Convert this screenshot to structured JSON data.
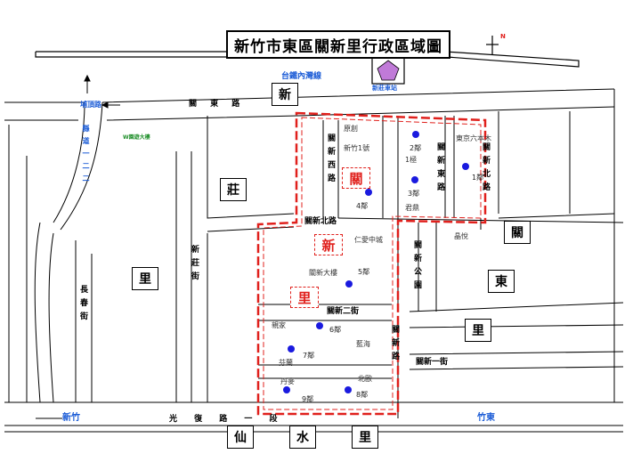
{
  "title": "新竹市東區關新里行政區域圖",
  "compass": "N",
  "railway": "台鐵內灣線",
  "station": "新莊車站",
  "park": "W園遊大樓",
  "roads": {
    "guandong": "關 東 路",
    "guanxin_xi": "關新西路",
    "guanxin_bei": "關新北路",
    "guanxin_dong": "關新東路",
    "guanxin_bei_v": "關新北路",
    "guanxin_2nd": "關新二街",
    "guanxin_1st": "關新一街",
    "guanxin_park": "關新公園",
    "guanxin_road": "關新路",
    "xinzhuang_st": "新莊街",
    "changchun_st": "長春街",
    "guangfu_1": "光 復 路 一 段",
    "liaoshan": "埔頂路",
    "linshi": "新竹",
    "zhudong": "竹東",
    "wanding": "埔頂路",
    "huanbei": "縣道一二二"
  },
  "boxed_chars": {
    "xin_top": "新",
    "zhuang": "莊",
    "li_left": "里",
    "dong": "東",
    "li_right": "里",
    "guan_right": "關",
    "xian": "仙",
    "shui": "水",
    "li_bottom": "里"
  },
  "red_labels": {
    "guan": "關",
    "xin": "新",
    "li": "里"
  },
  "neighborhoods": [
    {
      "label": "1鄰"
    },
    {
      "label": "2鄰"
    },
    {
      "label": "3鄰"
    },
    {
      "label": "4鄰"
    },
    {
      "label": "5鄰"
    },
    {
      "label": "6鄰"
    },
    {
      "label": "7鄰"
    },
    {
      "label": "8鄰"
    },
    {
      "label": "9鄰"
    }
  ],
  "buildings": {
    "yuanchuang": "原創",
    "xinzhu1": "新竹1號",
    "yiji": "1極",
    "dongjing": "東京六本木",
    "junding": "君鼎",
    "pinyue": "晶悅",
    "renai": "仁愛中城",
    "guanxin_tower": "關新大樓",
    "jingjia": "親家",
    "weihai": "藍海",
    "fenlan": "芬蘭",
    "danmai": "丹麥",
    "beiou": "北歐"
  },
  "colors": {
    "boundary": "#e0201c",
    "marker": "#1a1adf",
    "accent": "#1a5bd6",
    "station": "#c07ad8"
  }
}
